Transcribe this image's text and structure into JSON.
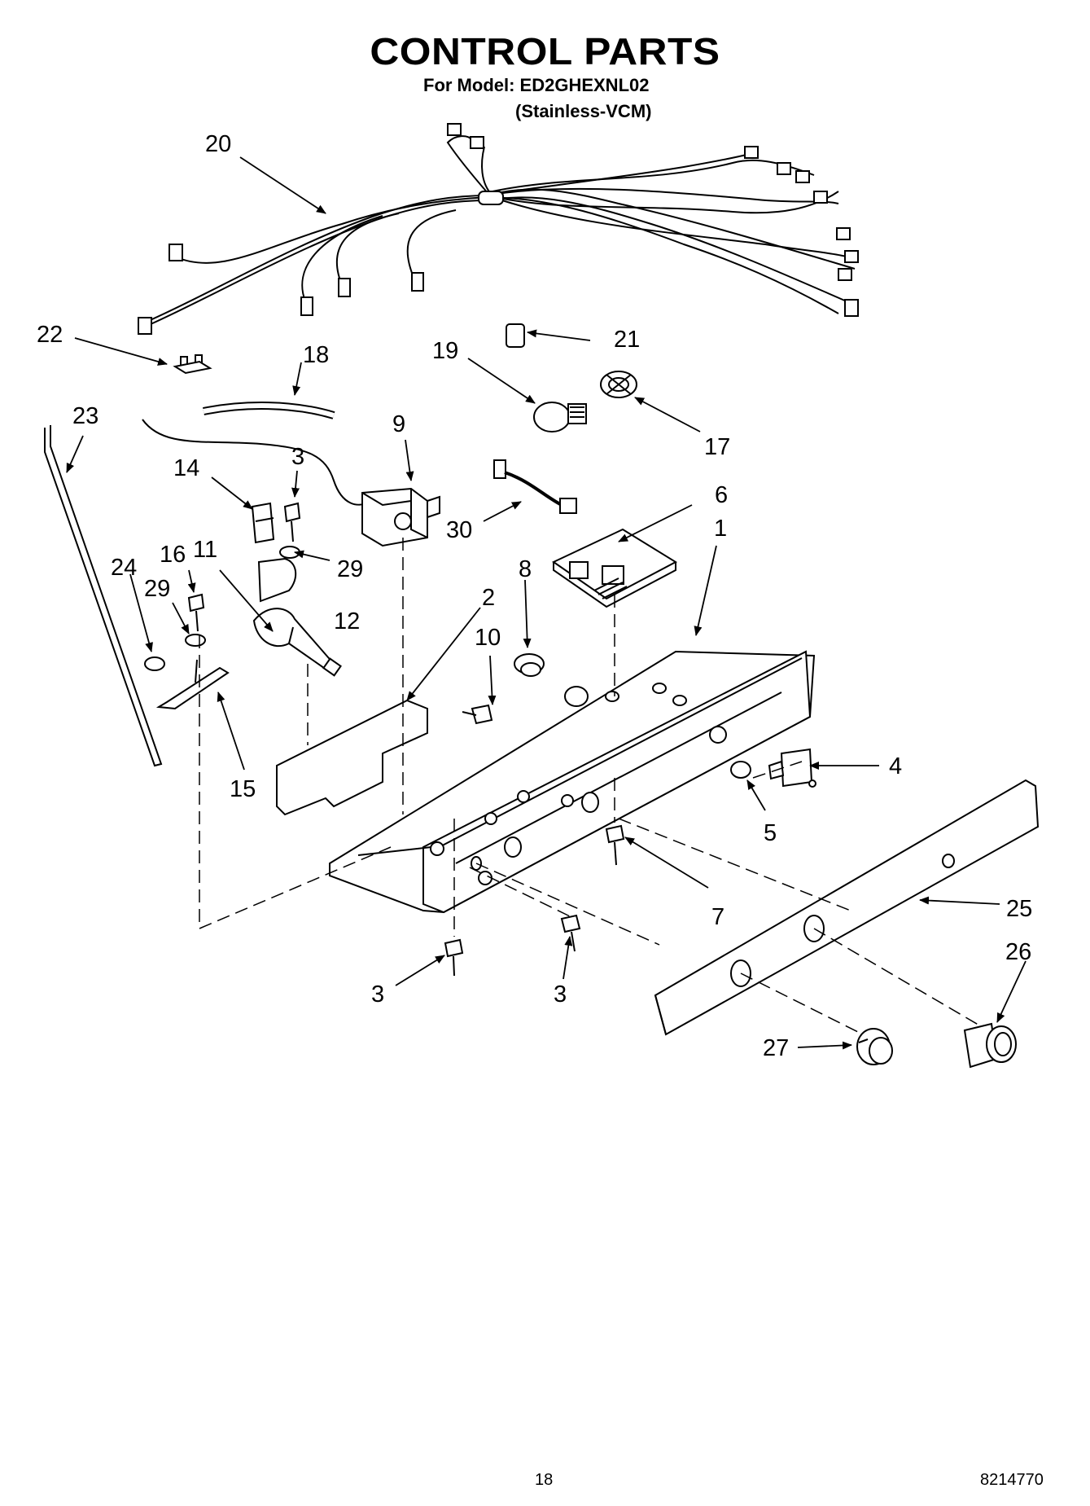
{
  "header": {
    "title": "CONTROL PARTS",
    "model_line": "For Model: ED2GHEXNL02",
    "finish_line": "(Stainless-VCM)"
  },
  "callouts": {
    "c1": "1",
    "c2": "2",
    "c3a": "3",
    "c3b": "3",
    "c3c": "3",
    "c4": "4",
    "c5": "5",
    "c6": "6",
    "c7": "7",
    "c8": "8",
    "c9": "9",
    "c10": "10",
    "c11": "11",
    "c12": "12",
    "c14": "14",
    "c15": "15",
    "c16": "16",
    "c17": "17",
    "c18": "18",
    "c19": "19",
    "c20": "20",
    "c21": "21",
    "c22": "22",
    "c23": "23",
    "c24": "24",
    "c25": "25",
    "c26": "26",
    "c27": "27",
    "c29a": "29",
    "c29b": "29",
    "c30": "30"
  },
  "footer": {
    "page_number": "18",
    "doc_number": "8214770"
  }
}
